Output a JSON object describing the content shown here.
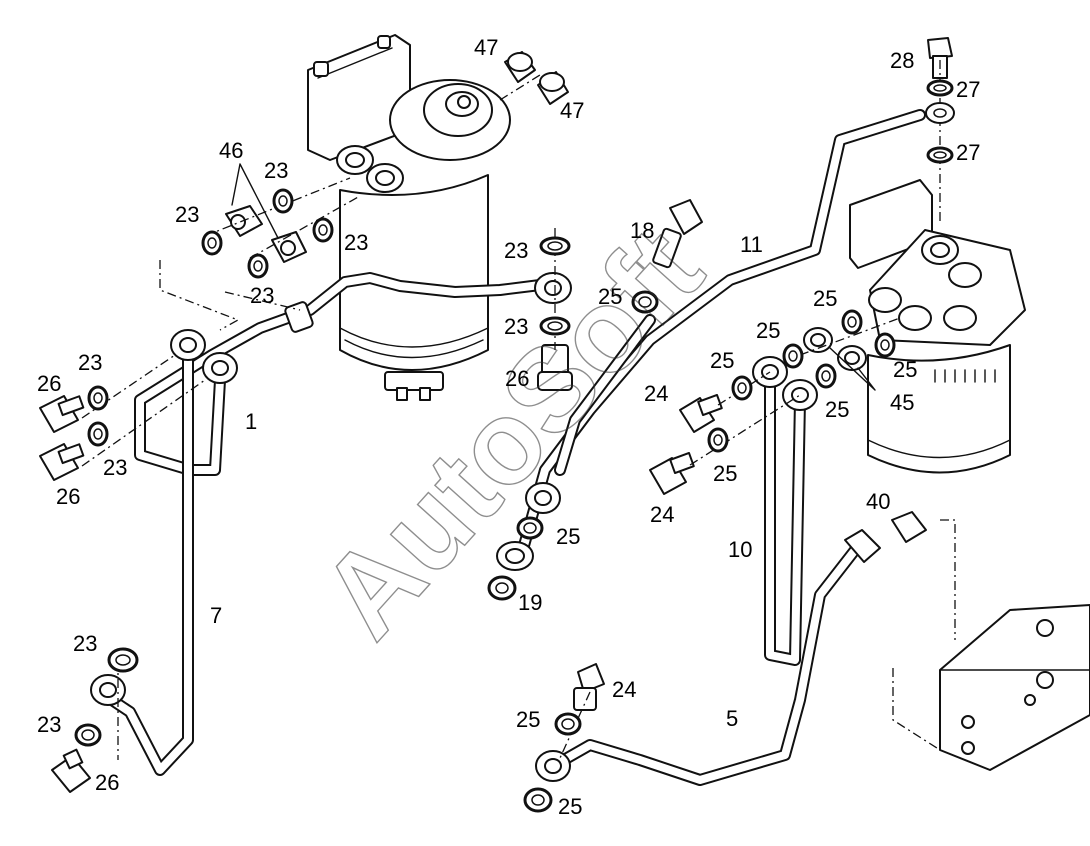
{
  "watermark": "AutoSoft",
  "callouts": [
    {
      "id": "c47a",
      "text": "47"
    },
    {
      "id": "c47b",
      "text": "47"
    },
    {
      "id": "c46",
      "text": "46"
    },
    {
      "id": "c23a",
      "text": "23"
    },
    {
      "id": "c23b",
      "text": "23"
    },
    {
      "id": "c23c",
      "text": "23"
    },
    {
      "id": "c23d",
      "text": "23"
    },
    {
      "id": "c23e",
      "text": "23"
    },
    {
      "id": "c23f",
      "text": "23"
    },
    {
      "id": "c23g",
      "text": "23"
    },
    {
      "id": "c23h",
      "text": "23"
    },
    {
      "id": "c23i",
      "text": "23"
    },
    {
      "id": "c23j",
      "text": "23"
    },
    {
      "id": "c26a",
      "text": "26"
    },
    {
      "id": "c26b",
      "text": "26"
    },
    {
      "id": "c26c",
      "text": "26"
    },
    {
      "id": "c26d",
      "text": "26"
    },
    {
      "id": "c1",
      "text": "1"
    },
    {
      "id": "c7",
      "text": "7"
    },
    {
      "id": "c18",
      "text": "18"
    },
    {
      "id": "c11",
      "text": "11"
    },
    {
      "id": "c25a",
      "text": "25"
    },
    {
      "id": "c25b",
      "text": "25"
    },
    {
      "id": "c25c",
      "text": "25"
    },
    {
      "id": "c25d",
      "text": "25"
    },
    {
      "id": "c25e",
      "text": "25"
    },
    {
      "id": "c25f",
      "text": "25"
    },
    {
      "id": "c25g",
      "text": "25"
    },
    {
      "id": "c25h",
      "text": "25"
    },
    {
      "id": "c25i",
      "text": "25"
    },
    {
      "id": "c25j",
      "text": "25"
    },
    {
      "id": "c24a",
      "text": "24"
    },
    {
      "id": "c24b",
      "text": "24"
    },
    {
      "id": "c24c",
      "text": "24"
    },
    {
      "id": "c19",
      "text": "19"
    },
    {
      "id": "c28",
      "text": "28"
    },
    {
      "id": "c27a",
      "text": "27"
    },
    {
      "id": "c27b",
      "text": "27"
    },
    {
      "id": "c45",
      "text": "45"
    },
    {
      "id": "c40",
      "text": "40"
    },
    {
      "id": "c10",
      "text": "10"
    },
    {
      "id": "c5",
      "text": "5"
    }
  ]
}
